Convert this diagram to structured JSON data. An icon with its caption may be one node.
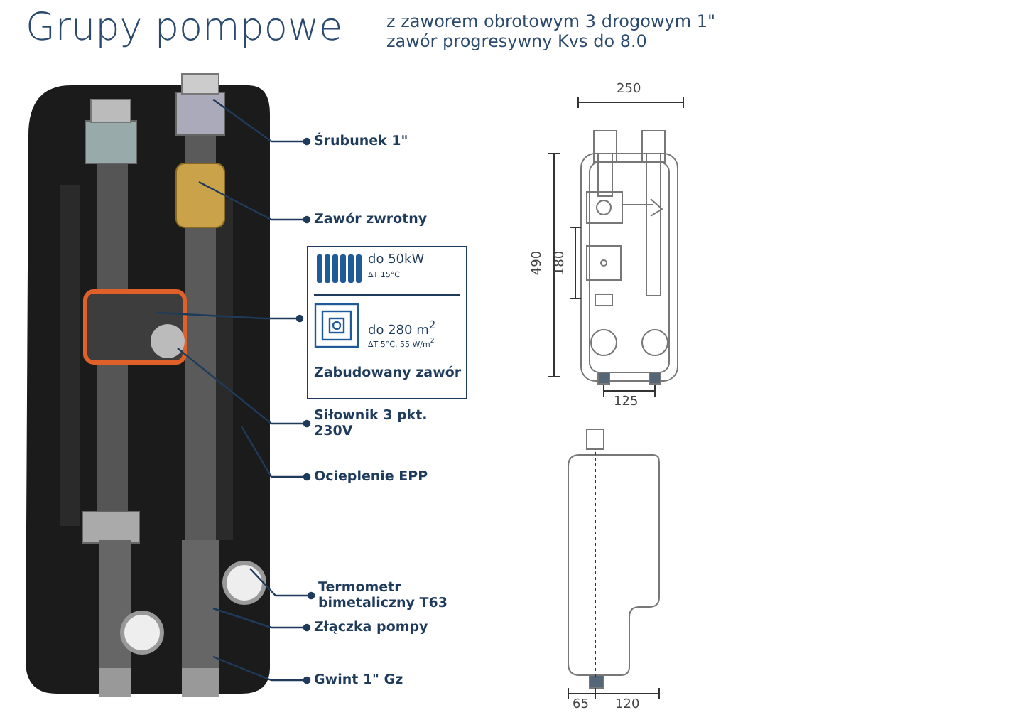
{
  "diagram": {
    "title": "Grupy pompowe",
    "nodes": [
      {
        "text": [
          "Śrubunek 1\""
        ]
      },
      {
        "text": [
          "Zawór zwrotny"
        ]
      },
      {
        "text": [
          "do 50kW",
          "ΔT 15°C",
          "do 280 m$^{2}$",
          "ΔT 5°C, 55 W/m$^{2}$",
          "Zabudowany zawór"
        ]
      },
      {
        "text": [
          "Siłownik 3 pkt. 230V"
        ]
      },
      {
        "text": [
          "Ocieplenie EPP"
        ]
      },
      {
        "text": [
          "Termometr bimetaliczny T63"
        ]
      },
      {
        "text": [
          "Złączka pompy"
        ]
      },
      {
        "text": [
          "Gwint 1\" Gz"
        ]
      }
    ],
    "edges": [
      {
        "from": 0,
        "to": null,
        "arrow": "other"
      },
      {
        "from": 1,
        "to": null,
        "arrow": "other"
      },
      {
        "from": 2,
        "to": null,
        "arrow": "other"
      },
      {
        "from": 3,
        "to": null,
        "arrow": "other"
      },
      {
        "from": 4,
        "to": null,
        "arrow": "other"
      },
      {
        "from": 5,
        "to": null,
        "arrow": "other"
      },
      {
        "from": 6,
        "to": null,
        "arrow": "other"
      },
      {
        "from": 7,
        "to": null,
        "arrow": "other"
      }
    ],
    "labels": [
      "z zaworem obrotowym 3 drogowym 1\"",
      "zawór progresywny Kvs do 8.0",
      "250",
      "490",
      "180",
      "125",
      "65",
      "120"
    ]
  }
}
